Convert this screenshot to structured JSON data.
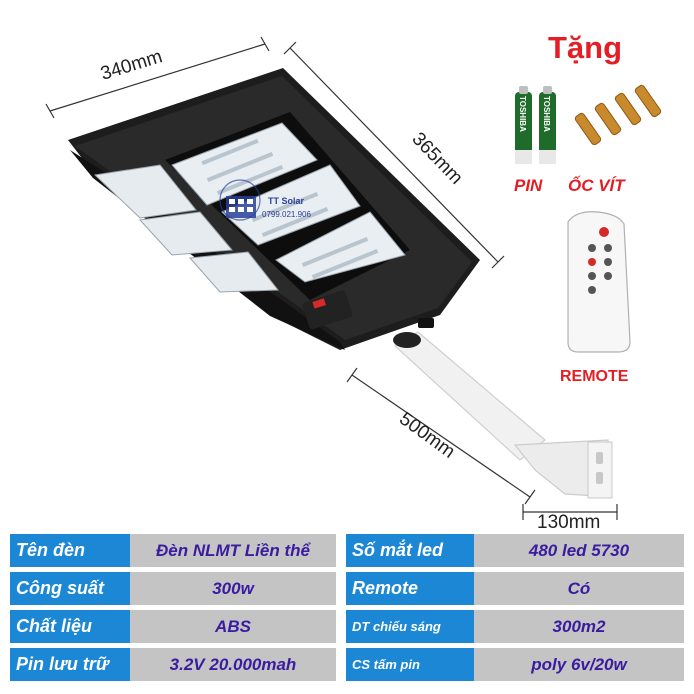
{
  "dimensions": {
    "width": "340mm",
    "length": "365mm",
    "arm": "500mm",
    "bracket": "130mm"
  },
  "gift": {
    "title": "Tặng",
    "battery_label": "PIN",
    "screw_label": "ỐC VÍT",
    "remote_label": "REMOTE",
    "battery_brand": "TOSHIBA"
  },
  "watermark": {
    "brand": "TT Solar",
    "phone": "0799.021.906"
  },
  "specs": [
    {
      "label": "Tên đèn",
      "value": "Đèn NLMT Liền thể"
    },
    {
      "label": "Số mắt led",
      "value": "480 led 5730"
    },
    {
      "label": "Công suất",
      "value": "300w"
    },
    {
      "label": "Remote",
      "value": "Có"
    },
    {
      "label": "Chất liệu",
      "value": "ABS"
    },
    {
      "label": "DT chiếu sáng",
      "value": "300m2"
    },
    {
      "label": "Pin lưu trữ",
      "value": "3.2V 20.000mah"
    },
    {
      "label": "CS tấm pin",
      "value": "poly 6v/20w"
    }
  ],
  "colors": {
    "label_bg": "#1c87d4",
    "value_bg": "#c4c4c4",
    "value_text": "#3a1ca0",
    "gift_red": "#e31e24"
  }
}
